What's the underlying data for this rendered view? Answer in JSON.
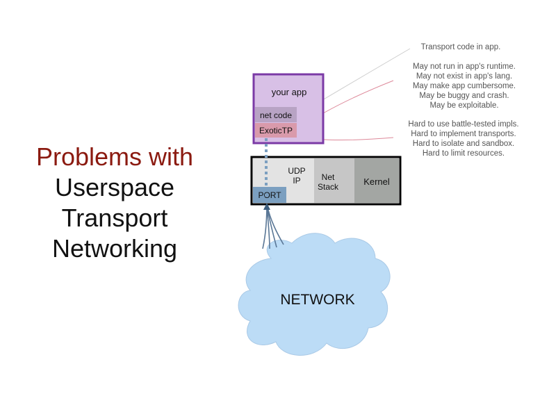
{
  "title": {
    "line1": "Problems with",
    "line2": "Userspace",
    "line3": "Transport",
    "line4": "Networking"
  },
  "app_box": {
    "label": "your app",
    "net_code": "net code",
    "exotic": "ExoticTP",
    "port": "PORT"
  },
  "stack": {
    "udp": "UDP",
    "ip": "IP",
    "net": "Net",
    "net_stack": "Stack",
    "kernel": "Kernel"
  },
  "network": {
    "label": "NETWORK"
  },
  "notes": {
    "group1": [
      "Transport code in app."
    ],
    "group2": [
      "May not run in app's runtime.",
      "May not exist in app's lang.",
      "May make app cumbersome.",
      "May be buggy and crash.",
      "May be exploitable."
    ],
    "group3": [
      "Hard to use battle-tested impls.",
      "Hard to implement transports.",
      "Hard to isolate and sandbox.",
      "Hard to limit resources."
    ]
  },
  "colors": {
    "title_red": "#8b1a10",
    "app_fill": "#d8c0e6",
    "app_border": "#7b3aa6",
    "net_code_fill": "#b8a3c4",
    "exotic_fill": "#d99aab",
    "port_fill": "#7b9fc0",
    "udp_fill": "#e3e3e3",
    "net_stack_fill": "#c6c6c6",
    "kernel_fill": "#a3a6a3",
    "cloud_fill": "#bcdcf6",
    "cloud_stroke": "#a9c9e6"
  }
}
